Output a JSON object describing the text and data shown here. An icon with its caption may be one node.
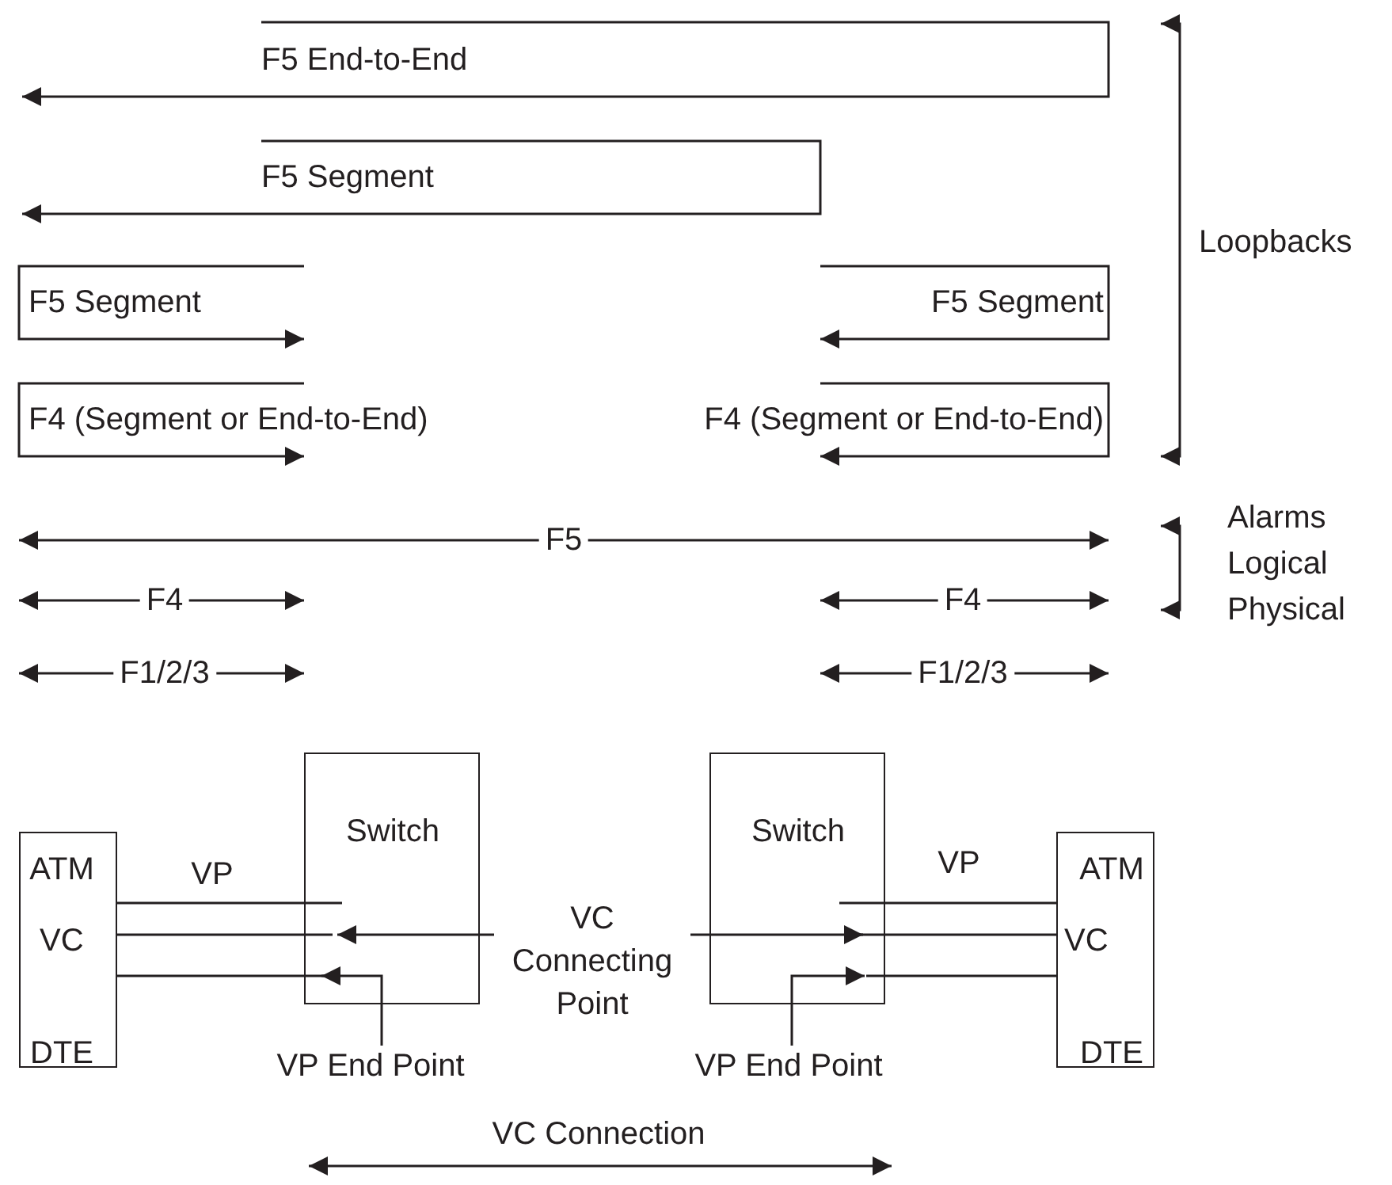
{
  "diagram": {
    "nodes": [
      {
        "text": [
          "ATM",
          "VC",
          "DTE"
        ]
      },
      {
        "text": [
          "Switch"
        ]
      },
      {
        "text": [
          "Switch"
        ]
      },
      {
        "text": [
          "ATM",
          "VC",
          "DTE"
        ]
      },
      {
        "text": [
          "VC Connecting Point"
        ]
      },
      {
        "text": [
          "VP End Point"
        ]
      },
      {
        "text": [
          "VP End Point"
        ]
      }
    ],
    "edges": [
      {
        "from": 0,
        "to": 1,
        "arrow": "none",
        "label": "VP"
      },
      {
        "from": 0,
        "to": 1,
        "arrow": "none"
      },
      {
        "from": 0,
        "to": 1,
        "arrow": "none"
      },
      {
        "from": 4,
        "to": 1,
        "arrow": "to"
      },
      {
        "from": 4,
        "to": 2,
        "arrow": "to"
      },
      {
        "from": 5,
        "to": 1,
        "arrow": "to"
      },
      {
        "from": 2,
        "to": 3,
        "arrow": "none",
        "label": "VP"
      },
      {
        "from": 2,
        "to": 3,
        "arrow": "none"
      },
      {
        "from": 2,
        "to": 3,
        "arrow": "none"
      },
      {
        "from": 6,
        "to": 2,
        "arrow": "to"
      }
    ],
    "labels": [
      "F5 End-to-End",
      "F5 Segment",
      "Loopbacks",
      "F5 Segment",
      "F5 Segment",
      "F4 (Segment or End-to-End)",
      "F4 (Segment or End-to-End)",
      "Alarms",
      "F5",
      "Logical",
      "F4",
      "F4",
      "Physical",
      "F1/2/3",
      "F1/2/3",
      "VC Connection"
    ]
  }
}
